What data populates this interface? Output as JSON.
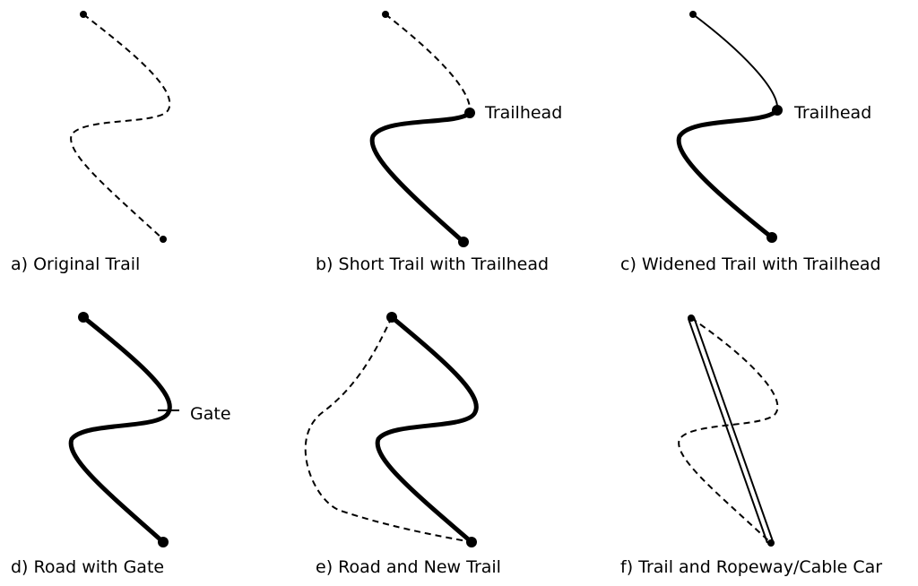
{
  "panels": [
    {
      "caption": "a) Original Trail"
    },
    {
      "caption": "b) Short Trail with Trailhead",
      "label": "Trailhead"
    },
    {
      "caption": "c) Widened Trail with Trailhead",
      "label": "Trailhead"
    },
    {
      "caption": "d) Road with Gate",
      "label": "Gate"
    },
    {
      "caption": "e) Road and New Trail"
    },
    {
      "caption": "f) Trail and Ropeway/Cable Car"
    }
  ],
  "colors": {
    "ink": "#000000",
    "background": "#ffffff"
  }
}
